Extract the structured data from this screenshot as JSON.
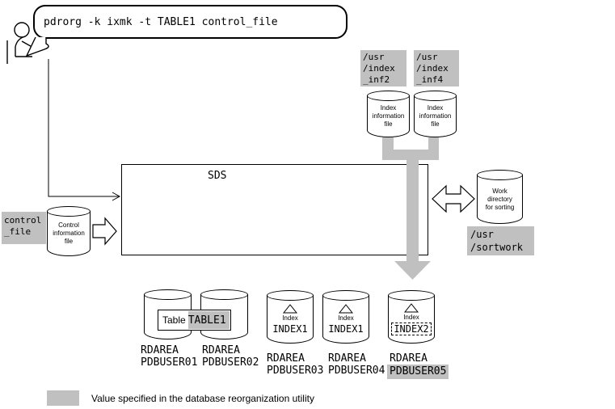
{
  "colors": {
    "highlight": "#c0c0c0",
    "line": "#000000",
    "background": "#ffffff"
  },
  "icons": {
    "operator": "person-at-terminal",
    "index_marker": "triangle-outline"
  },
  "command": "pdrorg -k ixmk -t TABLE1 control_file",
  "sds_label": "SDS",
  "index_files": {
    "file2": {
      "path": [
        "/usr",
        "/index",
        "_inf2"
      ],
      "label": [
        "Index",
        "information",
        "file"
      ]
    },
    "file4": {
      "path": [
        "/usr",
        "/index",
        "_inf4"
      ],
      "label": [
        "Index",
        "information",
        "file"
      ]
    }
  },
  "control_file": {
    "path": [
      "control",
      "_file"
    ],
    "label": [
      "Control",
      "information",
      "file"
    ]
  },
  "work_dir": {
    "label": [
      "Work",
      "directory",
      "for sorting"
    ],
    "path": [
      "/usr",
      "/sortwork"
    ]
  },
  "table_tag": {
    "prefix": "Table",
    "name": "TABLE1"
  },
  "rdareas": [
    {
      "area": "RDAREA",
      "name": "PDBUSER01"
    },
    {
      "area": "RDAREA",
      "name": "PDBUSER02"
    },
    {
      "area": "RDAREA",
      "name": "PDBUSER03",
      "kind": "Index",
      "index": "INDEX1"
    },
    {
      "area": "RDAREA",
      "name": "PDBUSER04",
      "kind": "Index",
      "index": "INDEX1"
    },
    {
      "area": "RDAREA",
      "name": "PDBUSER05",
      "kind": "Index",
      "index": "INDEX2",
      "highlighted": true
    }
  ],
  "legend": "Value specified in the database reorganization utility"
}
